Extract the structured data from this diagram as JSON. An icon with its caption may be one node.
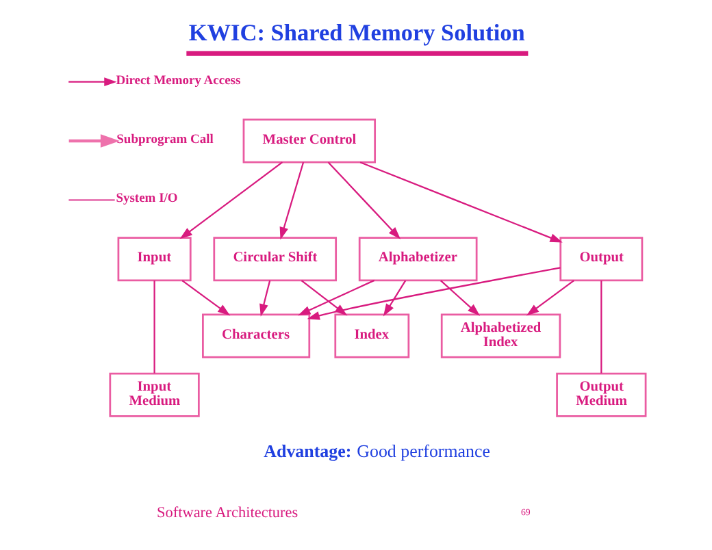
{
  "diagram": {
    "title": "KWIC: Shared Memory Solution",
    "nodes": [
      {
        "text": [
          "Master Control"
        ]
      },
      {
        "text": [
          "Input"
        ]
      },
      {
        "text": [
          "Circular Shift"
        ]
      },
      {
        "text": [
          "Alphabetizer"
        ]
      },
      {
        "text": [
          "Output"
        ]
      },
      {
        "text": [
          "Characters"
        ]
      },
      {
        "text": [
          "Index"
        ]
      },
      {
        "text": [
          "Alphabetized Index"
        ]
      },
      {
        "text": [
          "Input Medium"
        ]
      },
      {
        "text": [
          "Output Medium"
        ]
      }
    ],
    "edges": [
      {
        "from": 0,
        "to": 1,
        "arrow": "to"
      },
      {
        "from": 0,
        "to": 2,
        "arrow": "to"
      },
      {
        "from": 0,
        "to": 3,
        "arrow": "to"
      },
      {
        "from": 0,
        "to": 4,
        "arrow": "to"
      },
      {
        "from": 1,
        "to": 5,
        "arrow": "to"
      },
      {
        "from": 2,
        "to": 5,
        "arrow": "to"
      },
      {
        "from": 2,
        "to": 6,
        "arrow": "to"
      },
      {
        "from": 3,
        "to": 5,
        "arrow": "to"
      },
      {
        "from": 3,
        "to": 6,
        "arrow": "to"
      },
      {
        "from": 3,
        "to": 7,
        "arrow": "to"
      },
      {
        "from": 4,
        "to": 5,
        "arrow": "to"
      },
      {
        "from": 4,
        "to": 7,
        "arrow": "to"
      },
      {
        "from": 1,
        "to": 8,
        "arrow": "none"
      },
      {
        "from": 4,
        "to": 9,
        "arrow": "none"
      }
    ],
    "labels": [
      "**Advantage:** Good performance",
      "Software Architectures",
      "69"
    ],
    "legend": [
      {
        "text": "Direct Memory Access"
      },
      {
        "text": "Subprogram Call"
      },
      {
        "text": "System I/O"
      }
    ]
  }
}
